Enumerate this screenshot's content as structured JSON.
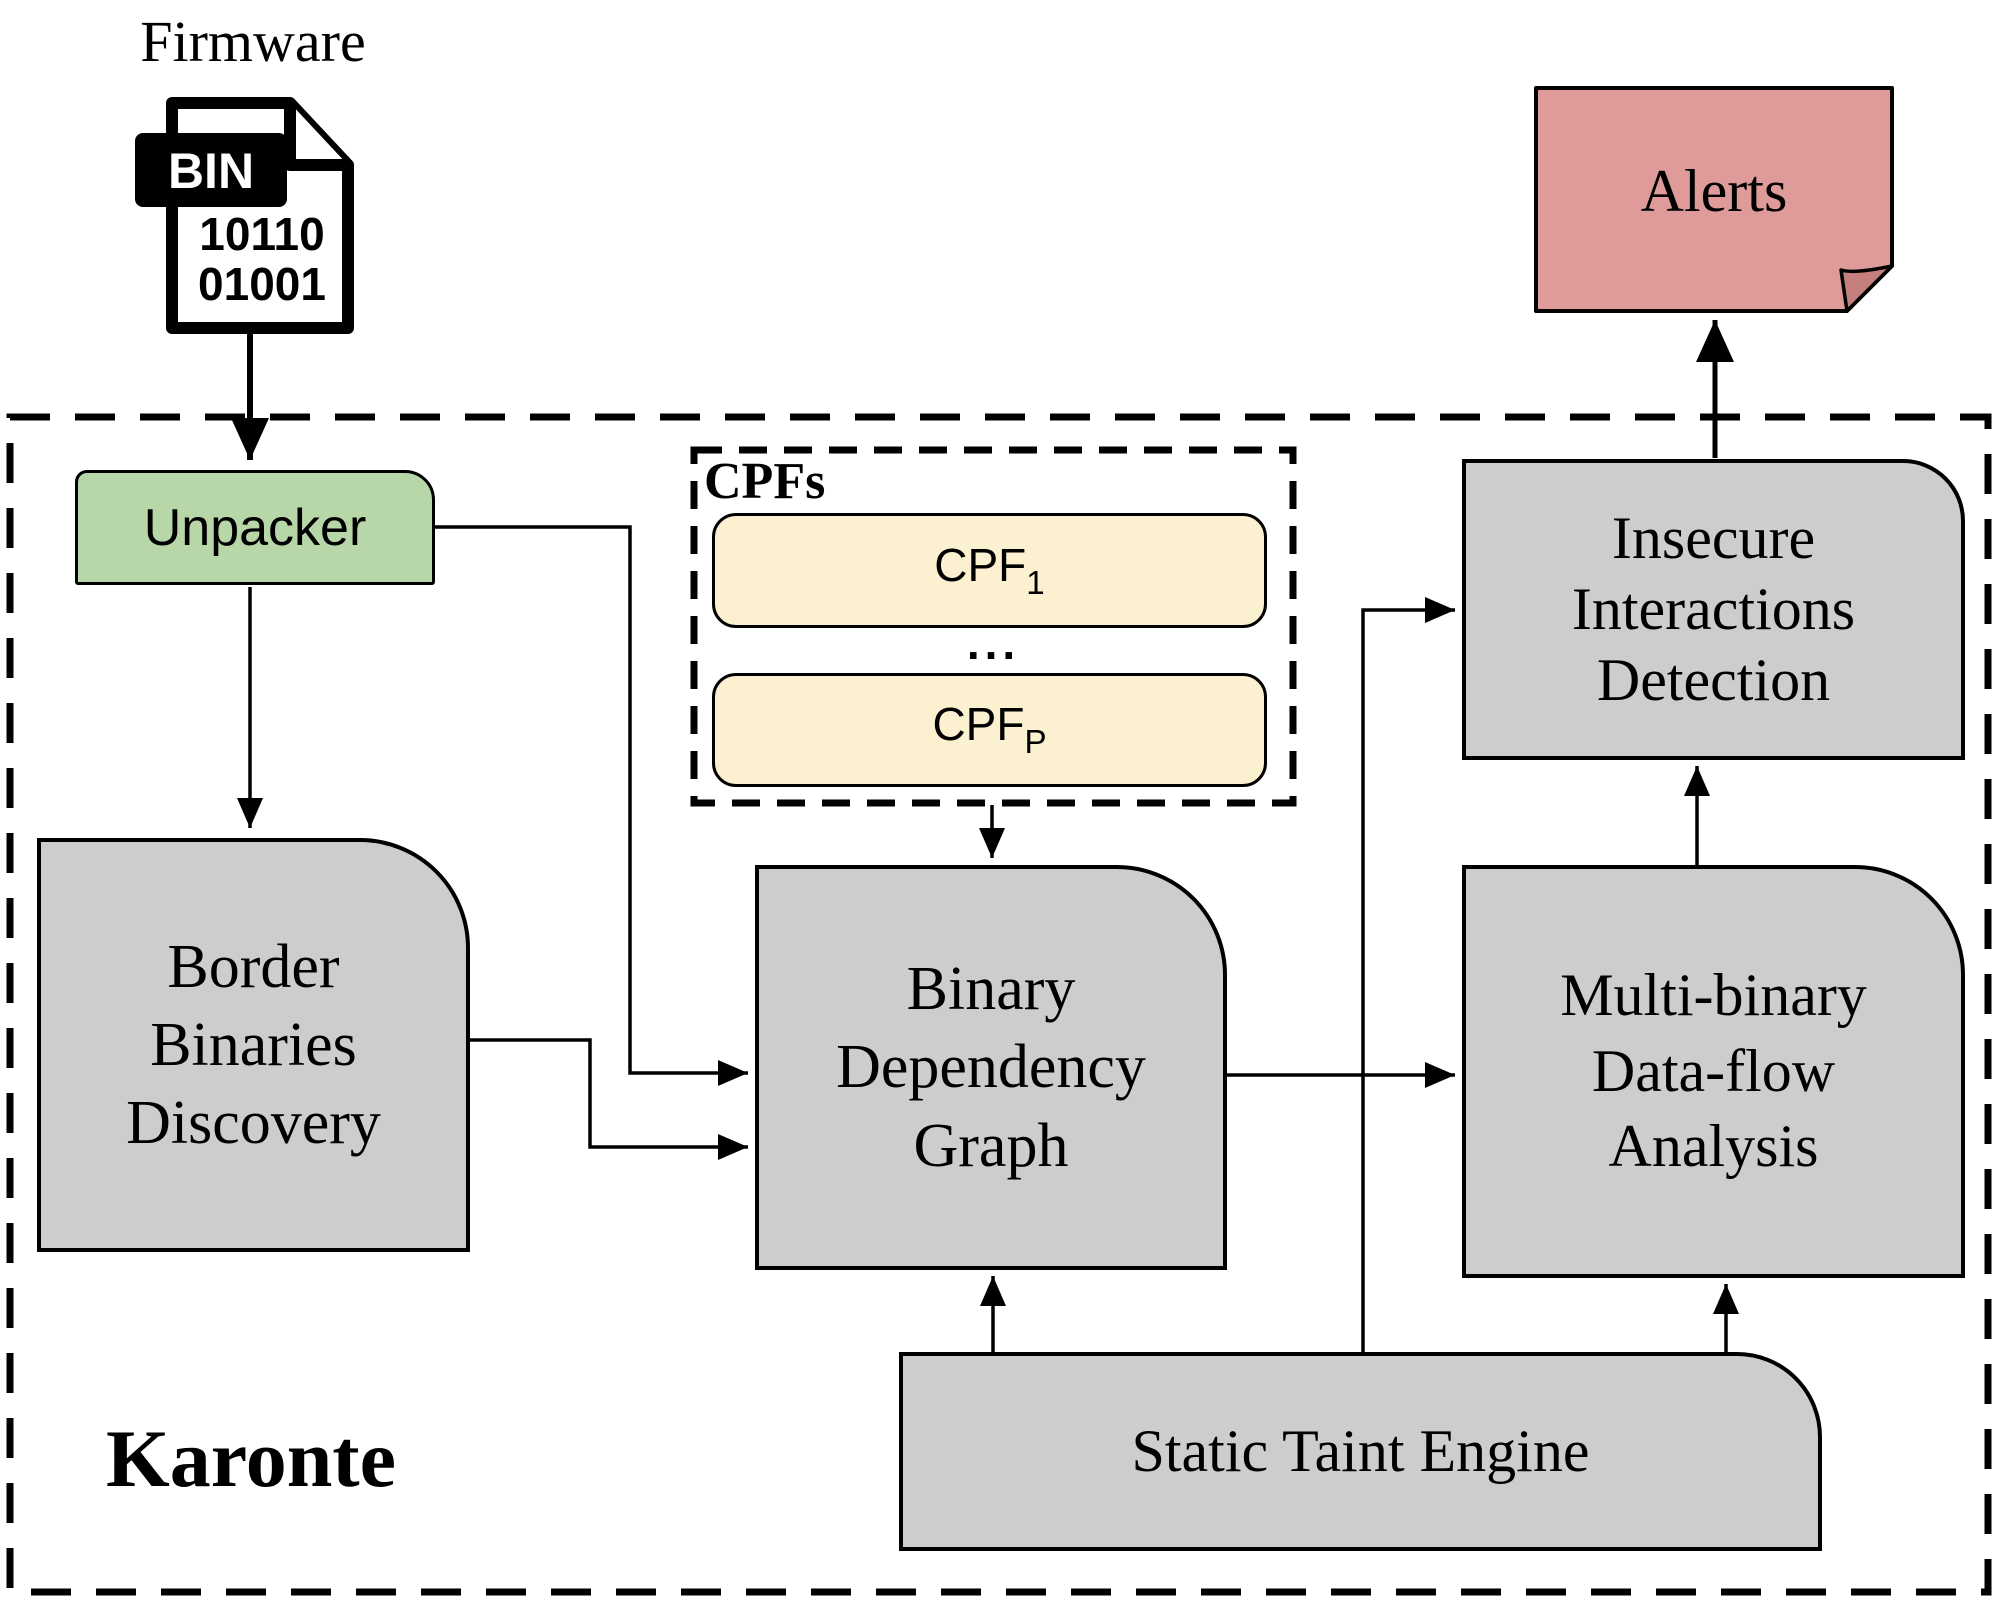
{
  "title": "Karonte architecture diagram",
  "colors": {
    "module_fill": "#cdcdcd",
    "unpacker_fill": "#b7d7a8",
    "cpf_fill": "#fbf0cf",
    "alerts_fill": "#df9a9a",
    "alerts_fold": "#c5807d",
    "stroke": "#000000"
  },
  "firmware": {
    "label": "Firmware",
    "badge": "BIN",
    "binary_line1": "10110",
    "binary_line2": "01001"
  },
  "karonte_label": "Karonte",
  "cpfs": {
    "group_label": "CPFs",
    "first": {
      "base": "CPF",
      "sub": "1"
    },
    "ellipsis": "...",
    "last": {
      "base": "CPF",
      "sub": "P"
    }
  },
  "nodes": {
    "unpacker": {
      "label": "Unpacker"
    },
    "border_binaries_discovery": {
      "line1": "Border",
      "line2": "Binaries",
      "line3": "Discovery"
    },
    "binary_dependency_graph": {
      "line1": "Binary",
      "line2": "Dependency",
      "line3": "Graph"
    },
    "multi_binary_dataflow_analysis": {
      "line1": "Multi-binary",
      "line2": "Data-flow",
      "line3": "Analysis"
    },
    "insecure_interactions_detection": {
      "line1": "Insecure",
      "line2": "Interactions",
      "line3": "Detection"
    },
    "static_taint_engine": {
      "label": "Static Taint Engine"
    },
    "alerts": {
      "label": "Alerts"
    }
  },
  "edges": [
    {
      "from": "Firmware BIN",
      "to": "Unpacker"
    },
    {
      "from": "Unpacker",
      "to": "Border Binaries Discovery"
    },
    {
      "from": "Unpacker",
      "to": "Binary Dependency Graph"
    },
    {
      "from": "Border Binaries Discovery",
      "to": "Binary Dependency Graph"
    },
    {
      "from": "CPFs",
      "to": "Binary Dependency Graph"
    },
    {
      "from": "Binary Dependency Graph",
      "to": "Multi-binary Data-flow Analysis"
    },
    {
      "from": "Static Taint Engine",
      "to": "Binary Dependency Graph"
    },
    {
      "from": "Static Taint Engine",
      "to": "Multi-binary Data-flow Analysis"
    },
    {
      "from": "Static Taint Engine",
      "to": "Insecure Interactions Detection"
    },
    {
      "from": "Multi-binary Data-flow Analysis",
      "to": "Insecure Interactions Detection"
    },
    {
      "from": "Insecure Interactions Detection",
      "to": "Alerts"
    }
  ]
}
